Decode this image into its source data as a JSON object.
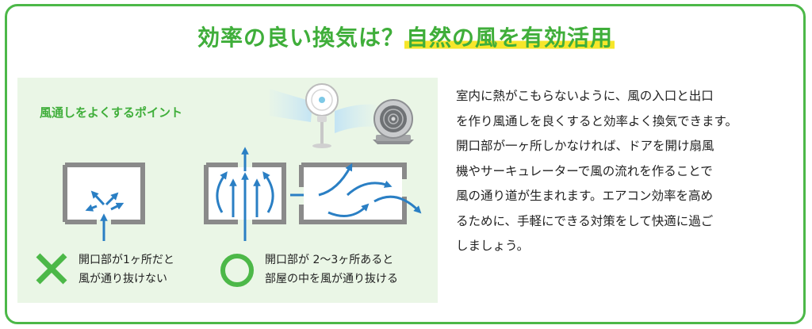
{
  "title": {
    "lead": "効率の良い換気は？",
    "highlight": "自然の風を有効活用"
  },
  "panel": {
    "label": "風通しをよくするポイント",
    "bad": {
      "mark": "cross",
      "lines": [
        "開口部が1ヶ所だと",
        "風が通り抜けない"
      ]
    },
    "good": {
      "mark": "circle",
      "lines": [
        "開口部が 2〜3ヶ所あると",
        "部屋の中を風が通り抜ける"
      ]
    }
  },
  "body": {
    "lines": [
      "室内に熱がこもらないように、風の入口と出口",
      "を作り風通しを良くすると効率よく換気できます。",
      "開口部が一ヶ所しかなければ、ドアを開け扇風",
      "機やサーキュレーターで風の流れを作ることで",
      "風の通り道が生まれます。エアコン効率を高め",
      "るために、手軽にできる対策をして快適に過ご",
      "しましょう。"
    ]
  },
  "colors": {
    "frame": "#4cb848",
    "title": "#3fae3a",
    "highlight": "#f6e62a",
    "panel_bg": "#eaf6e6",
    "room_wall": "#8a8a8a",
    "arrow": "#2a7fc4",
    "mark_green": "#4cb848",
    "text": "#222222"
  },
  "icons": [
    "stand-fan-icon",
    "circulator-icon",
    "airflow-arrow-icon",
    "cross-mark-icon",
    "circle-mark-icon"
  ]
}
